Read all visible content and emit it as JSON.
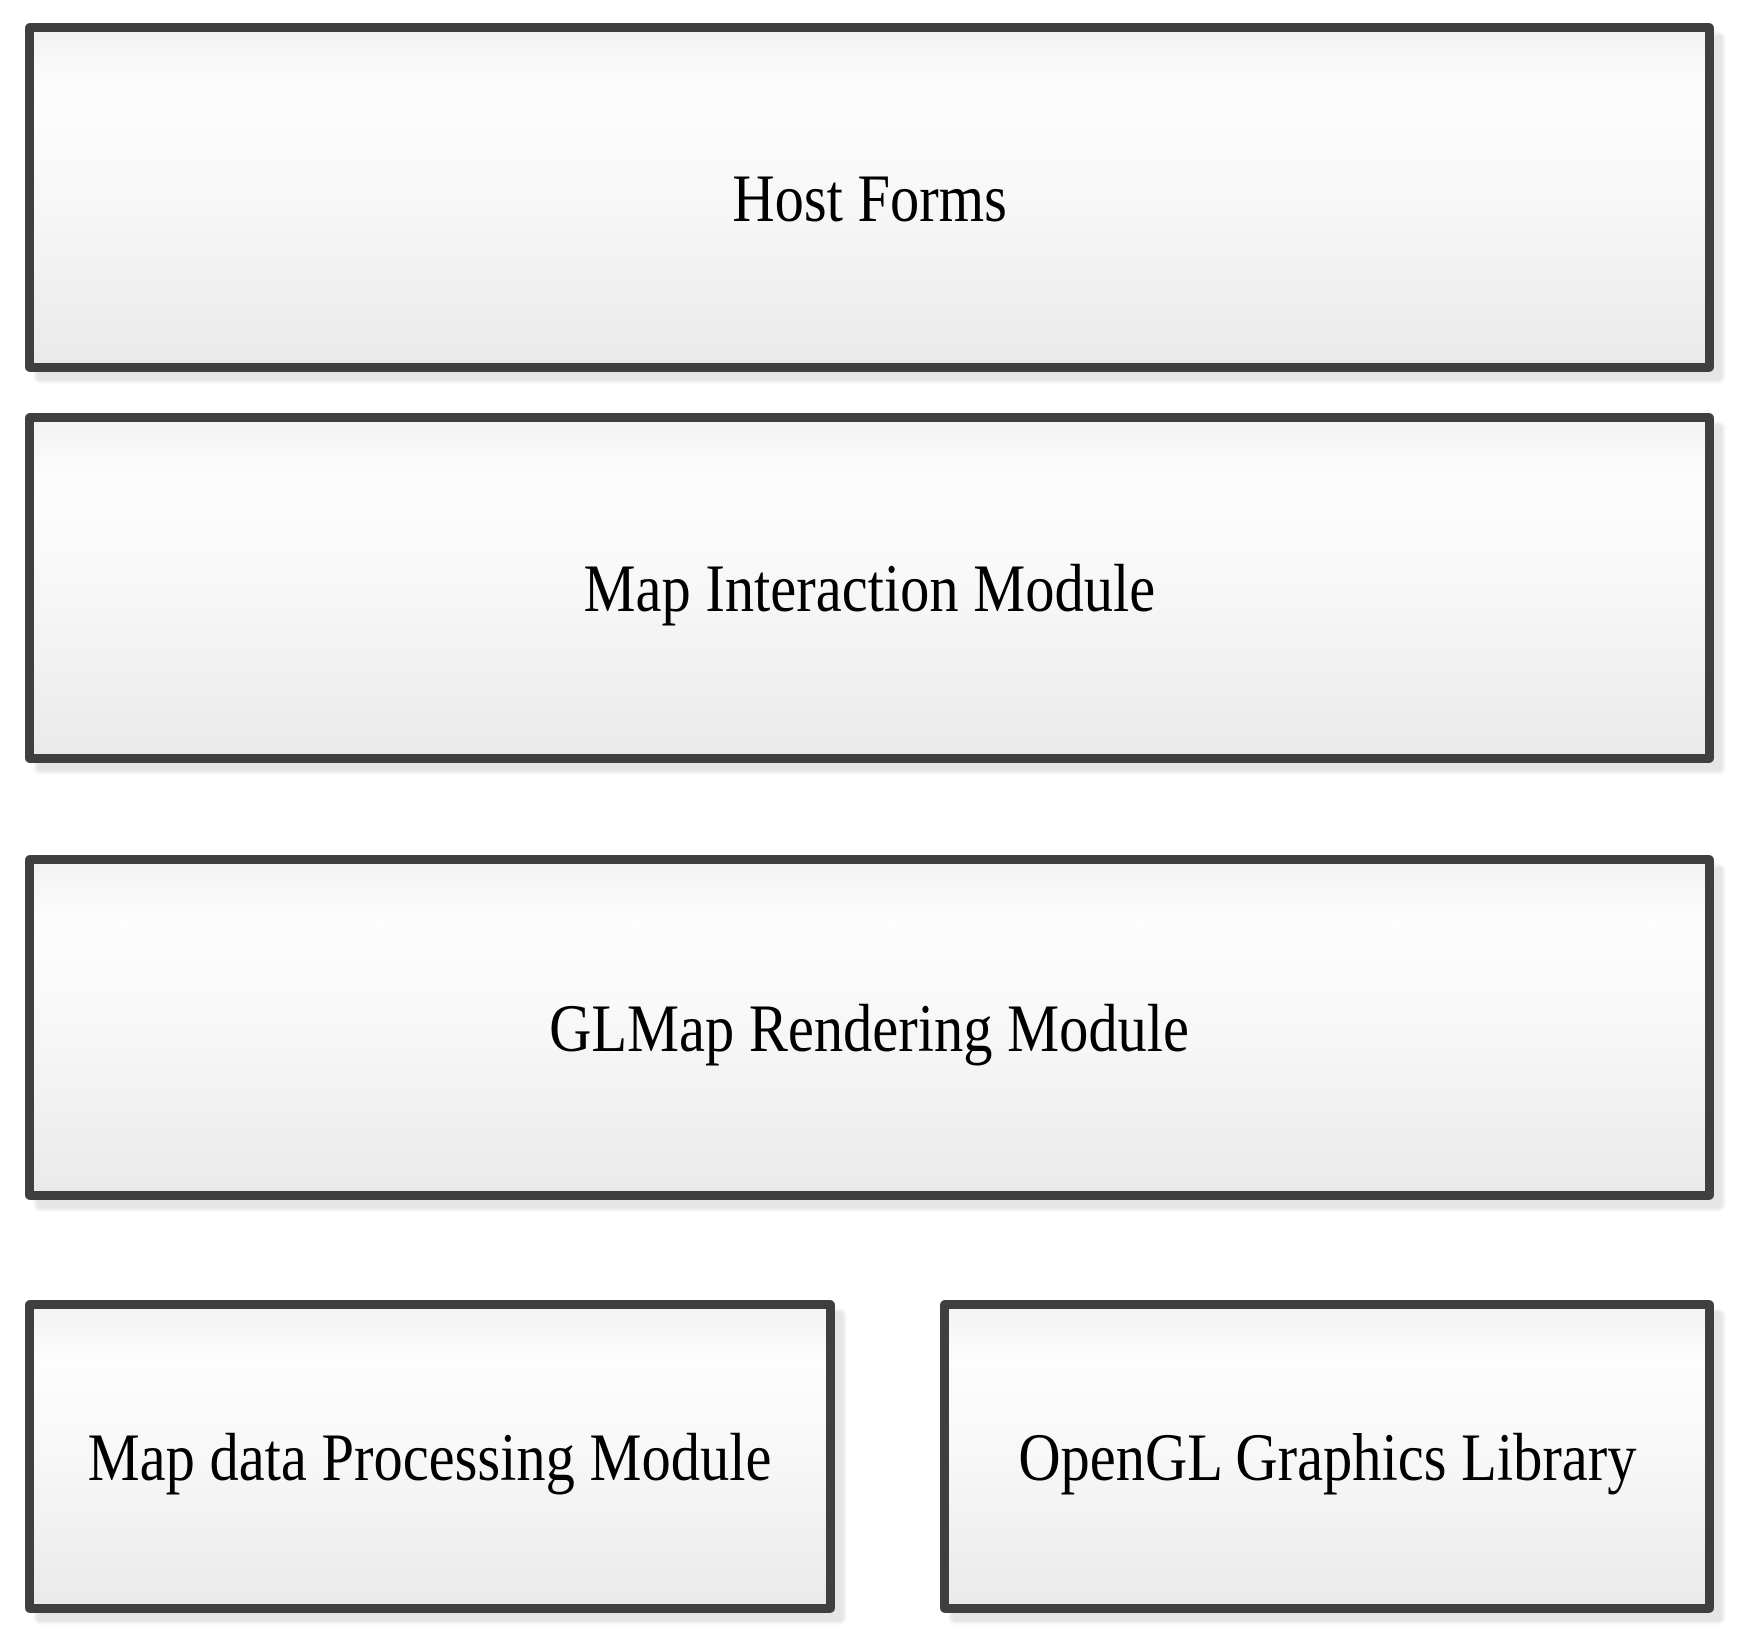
{
  "diagram": {
    "type": "layered-architecture",
    "colors": {
      "box_border": "#3f3f3f",
      "box_fill_top": "#f3f3f3",
      "box_fill_middle": "#fdfdfd",
      "box_fill_bottom": "#eaeaea",
      "text": "#000000",
      "shadow": "#e3e3e3",
      "background": "#ffffff"
    },
    "boxes": [
      {
        "id": "host-forms",
        "label": "Host Forms"
      },
      {
        "id": "map-interaction-module",
        "label": "Map Interaction Module"
      },
      {
        "id": "glmap-rendering-module",
        "label": "GLMap Rendering Module"
      },
      {
        "id": "map-data-processing-module",
        "label": "Map data Processing Module"
      },
      {
        "id": "opengl-graphics-library",
        "label": "OpenGL Graphics Library"
      }
    ]
  }
}
